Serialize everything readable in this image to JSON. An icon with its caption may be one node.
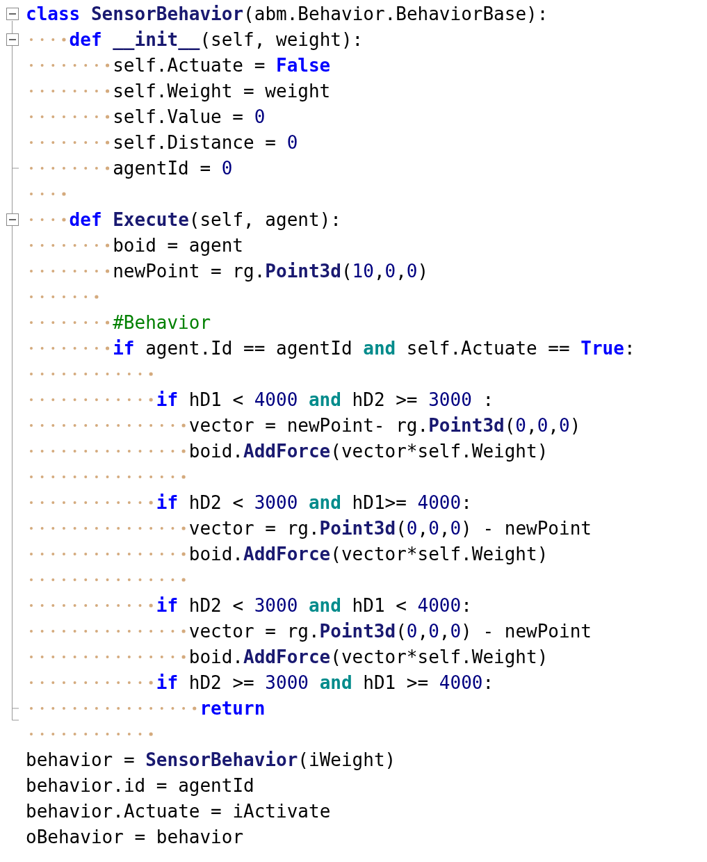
{
  "diagram": {
    "labels": [
      "class SensorBehavior(abm.Behavior.BehaviorBase):",
      "def __init__(self, weight):",
      "self.Actuate = False",
      "self.Weight = weight",
      "self.Value = 0",
      "self.Distance = 0",
      "agentId = 0",
      "def Execute(self, agent):",
      "boid = agent",
      "newPoint = rg.Point3d(10,0,0)",
      "#Behavior",
      "if agent.Id == agentId and self.Actuate == True:",
      "if hD1 < 4000 and hD2 >= 3000 :",
      "vector = newPoint- rg.Point3d(0,0,0)",
      "boid.AddForce(vector*self.Weight)",
      "if hD2 < 3000 and hD1>= 4000:",
      "vector = rg.Point3d(0,0,0) - newPoint",
      "boid.AddForce(vector*self.Weight)",
      "if hD2 < 3000 and hD1 < 4000:",
      "vector = rg.Point3d(0,0,0) - newPoint",
      "boid.AddForce(vector*self.Weight)",
      "if hD2 >= 3000 and hD1 >= 4000:",
      "return",
      "behavior = SensorBehavior(iWeight)",
      "behavior.id = agentId",
      "behavior.Actuate = iActivate",
      "oBehavior = behavior"
    ]
  }
}
